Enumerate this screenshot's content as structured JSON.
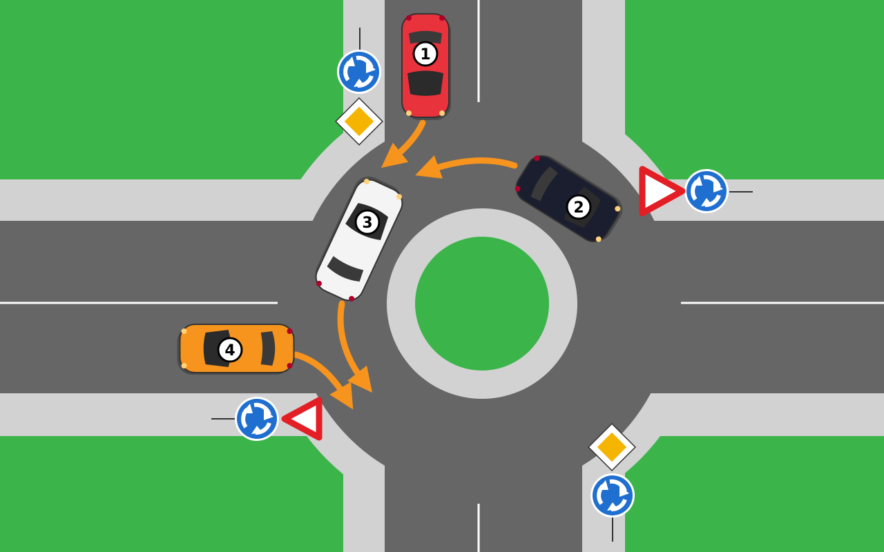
{
  "scene": {
    "colors": {
      "grass": "#3bb54a",
      "asphalt": "#666666",
      "curb": "#d2d2d2",
      "lane_marking": "#ffffff",
      "arrow": "#f7941d",
      "sign_blue": "#1f6fd1",
      "priority_yellow": "#f5b400",
      "yield_red": "#e31e24"
    },
    "cars": [
      {
        "number": "1",
        "color": "#e8323c",
        "name": "red"
      },
      {
        "number": "2",
        "color": "#1b1e2e",
        "name": "dark-blue"
      },
      {
        "number": "3",
        "color": "#f4f4f4",
        "name": "white"
      },
      {
        "number": "4",
        "color": "#f7941d",
        "name": "orange"
      }
    ],
    "signs": {
      "roundabout": {
        "icon": "roundabout-icon"
      },
      "priority_road": {
        "icon": "priority-road-icon"
      },
      "yield": {
        "icon": "yield-icon"
      }
    }
  }
}
